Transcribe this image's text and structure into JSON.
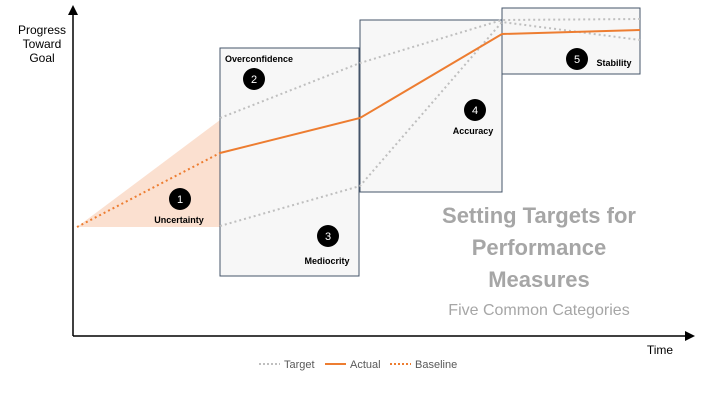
{
  "axes": {
    "y_label_lines": [
      "Progress",
      "Toward",
      "Goal"
    ],
    "x_label": "Time"
  },
  "categories": [
    {
      "number": "1",
      "label": "Uncertainty"
    },
    {
      "number": "2",
      "label": "Overconfidence"
    },
    {
      "number": "3",
      "label": "Mediocrity"
    },
    {
      "number": "4",
      "label": "Accuracy"
    },
    {
      "number": "5",
      "label": "Stability"
    }
  ],
  "title_lines": [
    "Setting Targets for",
    "Performance",
    "Measures"
  ],
  "subtitle": "Five Common Categories",
  "legend": [
    {
      "label": "Target",
      "style": "dotted-gray"
    },
    {
      "label": "Actual",
      "style": "solid-orange"
    },
    {
      "label": "Baseline",
      "style": "dotted-orange"
    }
  ],
  "colors": {
    "orange": "#ed7d31",
    "orange_fill": "#fbe0d0",
    "gray_dotted": "#bfbfbf",
    "box_border": "#44546a",
    "box_fill": "#f2f2f2",
    "title_gray": "#a6a6a6",
    "axis": "#000000"
  }
}
